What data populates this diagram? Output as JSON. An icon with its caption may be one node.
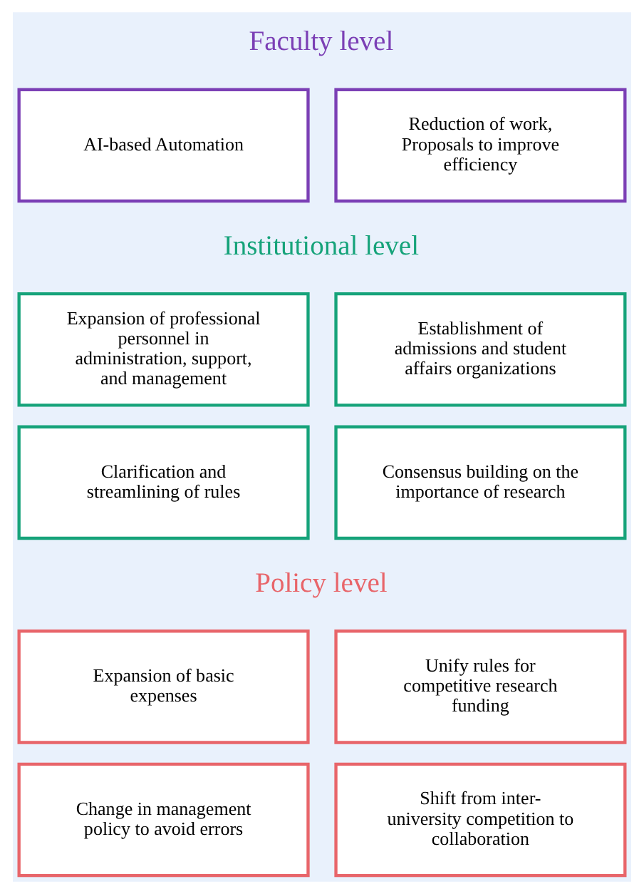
{
  "diagram": {
    "nodes": [
      {
        "text": [
          "AI-based Automation"
        ]
      },
      {
        "text": [
          "Reduction of work, Proposals to improve efficiency"
        ]
      },
      {
        "text": [
          "Expansion of professional personnel in administration, support, and management"
        ]
      },
      {
        "text": [
          "Establishment of admissions and student affairs organizations"
        ]
      },
      {
        "text": [
          "Clarification and streamlining of rules"
        ]
      },
      {
        "text": [
          "Consensus building on the importance of research"
        ]
      },
      {
        "text": [
          "Expansion of basic expenses"
        ]
      },
      {
        "text": [
          "Unify rules for competitive research funding"
        ]
      },
      {
        "text": [
          "Change in management policy to avoid errors"
        ]
      },
      {
        "text": [
          "Shift from inter-university competition to collaboration"
        ]
      }
    ],
    "edges": [],
    "labels": [
      "Faculty level",
      "Institutional level",
      "Policy level"
    ]
  }
}
